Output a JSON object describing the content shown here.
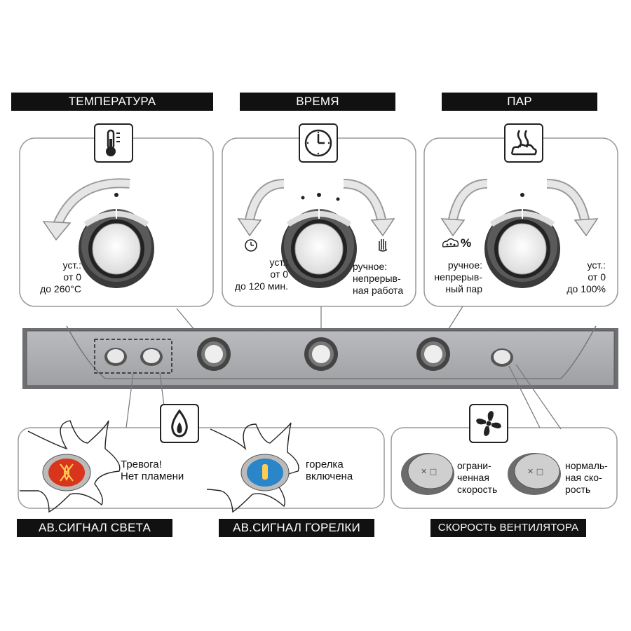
{
  "headers": {
    "temperature": "ТЕМПЕРАТУРА",
    "time": "ВРЕМЯ",
    "steam": "ПАР",
    "light_alarm": "АВ.СИГНАЛ СВЕТА",
    "burner_alarm": "АВ.СИГНАЛ ГОРЕЛКИ",
    "fan_speed": "СКОРОСТЬ ВЕНТИЛЯТОРА"
  },
  "temperature_panel": {
    "range": [
      "уст.:",
      "от 0",
      "до 260°C"
    ]
  },
  "time_panel": {
    "range": [
      "уст.:",
      "от 0",
      "до 120 мин."
    ],
    "manual": [
      "ручное:",
      "непрерыв-",
      "ная работа"
    ]
  },
  "steam_panel": {
    "manual": [
      "ручное:",
      "непрерыв-",
      "ный пар"
    ],
    "range": [
      "уст.:",
      "от 0",
      "до 100%"
    ],
    "percent_symbol": "%"
  },
  "alarm_panel": {
    "light_alarm_text": [
      "Тревога!",
      "Нет пламени"
    ],
    "burner_text": [
      "горелка",
      "включена"
    ]
  },
  "fan_panel": {
    "reduced": [
      "ограни-",
      "ченная",
      "скорость"
    ],
    "normal": [
      "нормаль-",
      "ная ско-",
      "рость"
    ]
  },
  "colors": {
    "alarm_red": "#d9341c",
    "burner_blue": "#2a86c8",
    "control_panel": "#a7a9ac",
    "header_bg": "#111111"
  },
  "icons": [
    "thermometer-icon",
    "clock-icon",
    "steam-icon",
    "flame-icon",
    "fan-icon",
    "hand-icon",
    "small-clock-icon",
    "steam-drops-icon"
  ]
}
